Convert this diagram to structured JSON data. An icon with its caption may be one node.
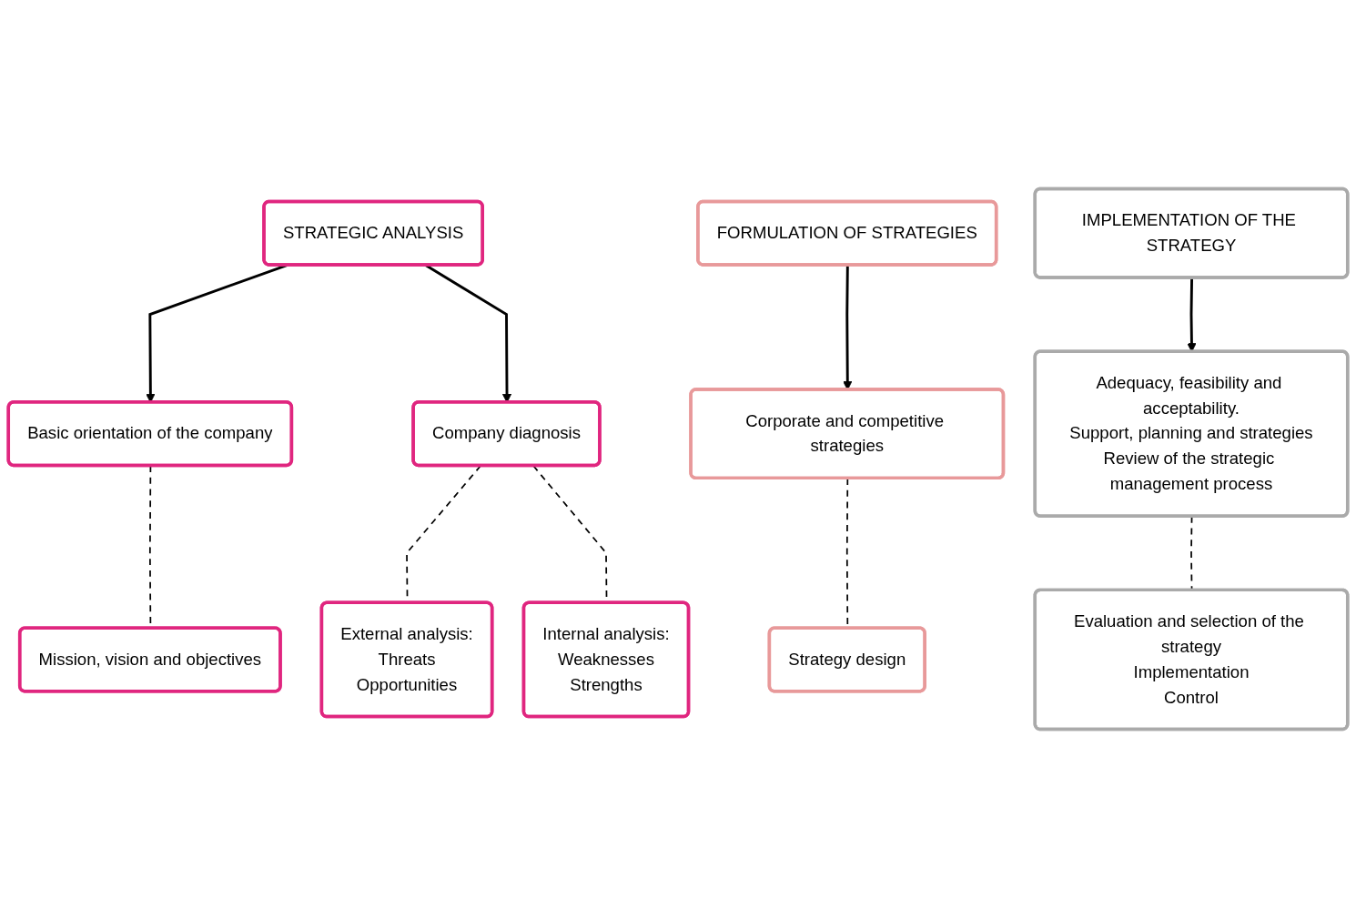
{
  "diagram": {
    "nodes": [
      {
        "text": [
          "STRATEGIC ANALYSIS"
        ]
      },
      {
        "text": [
          "FORMULATION OF STRATEGIES"
        ]
      },
      {
        "text": [
          "IMPLEMENTATION OF THE STRATEGY"
        ]
      },
      {
        "text": [
          "Basic orientation of the company"
        ]
      },
      {
        "text": [
          "Company diagnosis"
        ]
      },
      {
        "text": [
          "Corporate and competitive strategies"
        ]
      },
      {
        "text": [
          "Adequacy, feasibility and acceptability.",
          "Support, planning and strategies",
          "Review of the strategic management process"
        ]
      },
      {
        "text": [
          "Mission, vision and objectives"
        ]
      },
      {
        "text": [
          "External analysis:",
          "Threats",
          "Opportunities"
        ]
      },
      {
        "text": [
          "Strategy design"
        ]
      },
      {
        "text": [
          "Evaluation and selection of the strategy",
          "Implementation",
          "Control"
        ]
      },
      {
        "text": [
          "Internal analysis:",
          "Weaknesses",
          "Strengths"
        ]
      }
    ],
    "edges": [
      {
        "from": 0,
        "to": 3,
        "arrow": "to"
      },
      {
        "from": 0,
        "to": 4,
        "arrow": "to"
      },
      {
        "from": 1,
        "to": 5,
        "arrow": "to"
      },
      {
        "from": 2,
        "to": 6,
        "arrow": "to"
      },
      {
        "from": 3,
        "to": 7,
        "arrow": "none",
        "style": "dashed"
      },
      {
        "from": 4,
        "to": 8,
        "arrow": "none",
        "style": "dashed"
      },
      {
        "from": 4,
        "to": 11,
        "arrow": "none",
        "style": "dashed"
      },
      {
        "from": 5,
        "to": 9,
        "arrow": "none",
        "style": "dashed"
      },
      {
        "from": 6,
        "to": 10,
        "arrow": "none",
        "style": "dashed"
      }
    ]
  }
}
